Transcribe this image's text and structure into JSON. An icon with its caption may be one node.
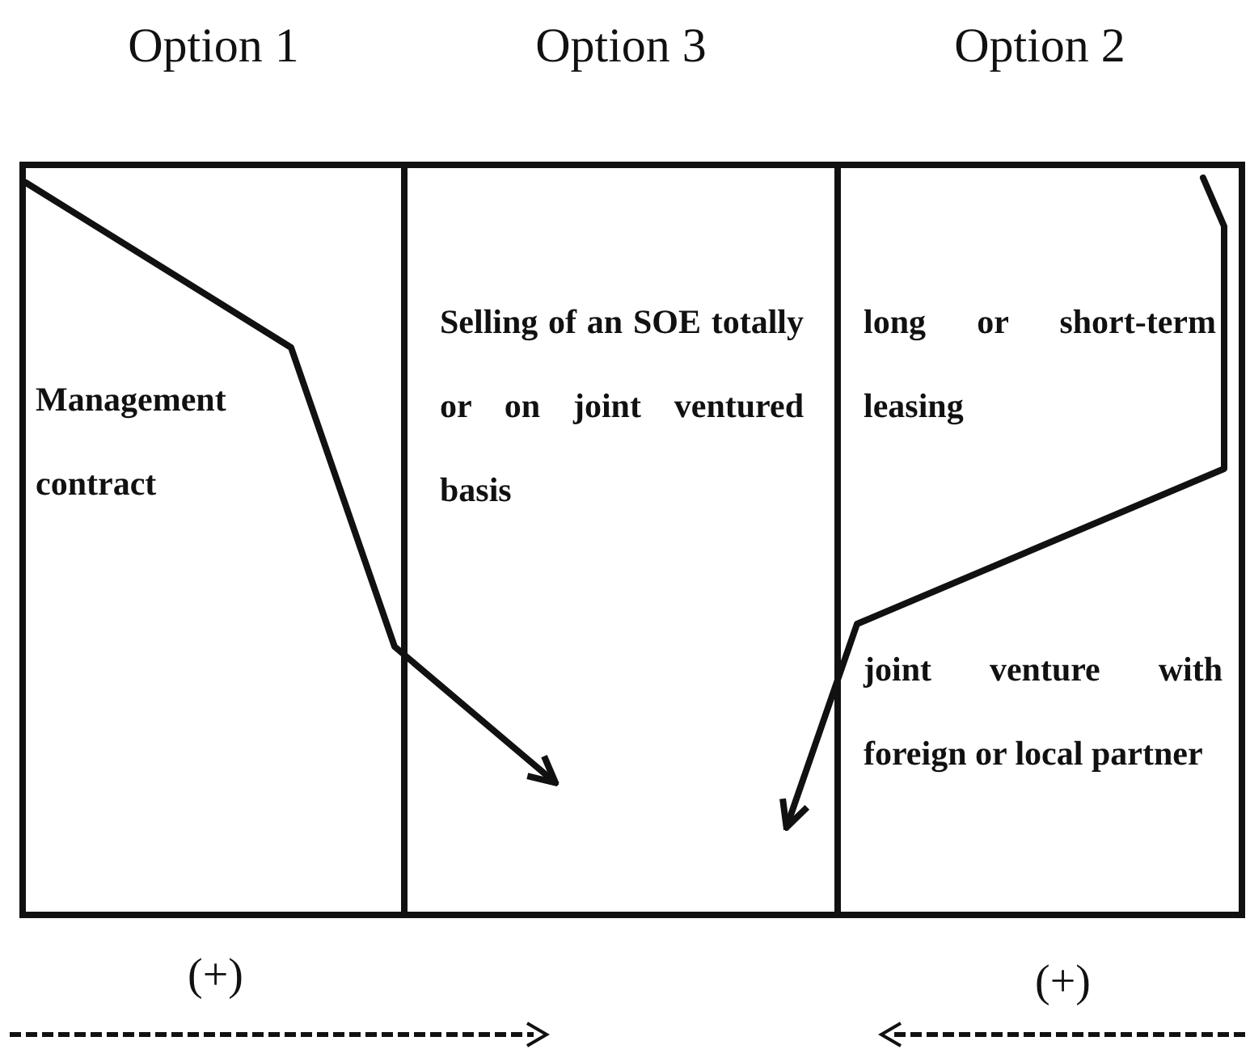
{
  "diagram": {
    "nodes": [
      {
        "text": [
          "Option 1",
          "Management contract"
        ],
        "beside": [
          "(+)"
        ]
      },
      {
        "text": [
          "Option 3",
          "Selling of an SOE totally or on joint ventured basis"
        ]
      },
      {
        "text": [
          "Option 2",
          "long or short-term leasing",
          "joint venture with foreign or local partner"
        ],
        "beside": [
          "(+)"
        ]
      }
    ],
    "edges": [
      {
        "from": 0,
        "to": 1,
        "arrow": "to"
      },
      {
        "from": 2,
        "to": 1,
        "arrow": "to"
      }
    ]
  }
}
